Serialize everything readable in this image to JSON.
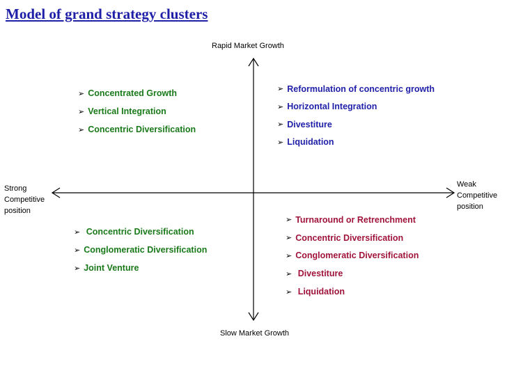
{
  "title": "Model of grand strategy clusters",
  "axes": {
    "top": "Rapid Market Growth",
    "bottom": "Slow Market Growth",
    "left": [
      "Strong",
      "Competitive",
      "position"
    ],
    "right": [
      "Weak",
      "Competitive",
      "position"
    ]
  },
  "colors": {
    "title": "#1f1fa8",
    "upper_left": "#1a7a1a",
    "upper_right": "#1f1fa8",
    "lower_left": "#1a7a1a",
    "lower_right": "#a0143c"
  },
  "bullet_icon": "arrowhead-bullet-icon",
  "quadrants": {
    "upper_left": [
      "Concentrated Growth",
      "Vertical Integration",
      "Concentric Diversification"
    ],
    "upper_right": [
      "Reformulation of concentric growth",
      "Horizontal Integration",
      "Divestiture",
      "Liquidation"
    ],
    "lower_left": [
      " Concentric Diversification",
      "Conglomeratic Diversification",
      "Joint Venture"
    ],
    "lower_right": [
      "Turnaround or Retrenchment",
      "Concentric Diversification",
      "Conglomeratic Diversification",
      " Divestiture",
      " Liquidation"
    ]
  }
}
